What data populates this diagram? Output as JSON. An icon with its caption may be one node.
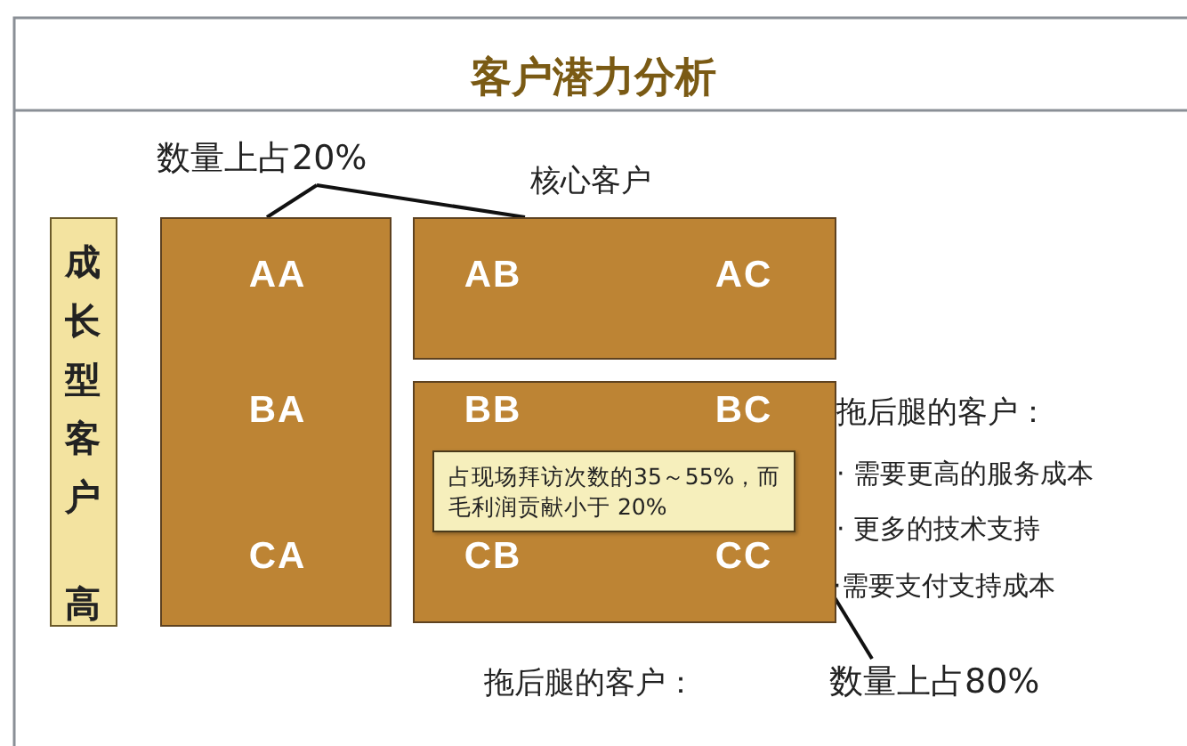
{
  "diagram": {
    "title": "客户潜力分析",
    "nodes": [
      {
        "text": [
          "成长型客户",
          "高"
        ]
      },
      {
        "text": [
          "AA",
          "BA",
          "CA"
        ]
      },
      {
        "text": [
          "AB",
          "AC"
        ]
      },
      {
        "text": [
          "BB",
          "BC",
          "CB",
          "CC"
        ]
      },
      {
        "text": [
          "占现场拜访次数的35～55%，而毛利润贡献小于 20%"
        ],
        "in": 3
      },
      {
        "text": [
          "数量上占20%"
        ]
      },
      {
        "text": [
          "数量上占80%"
        ]
      }
    ],
    "edges": [
      {
        "from": 5,
        "to": 1,
        "arrow": "none"
      },
      {
        "from": 5,
        "to": 2,
        "arrow": "none"
      },
      {
        "from": 4,
        "to": 6,
        "arrow": "none"
      }
    ],
    "labels": [
      "核心客户",
      "拖后腿的客户：",
      "· 需要更高的服务成本",
      "· 更多的技术支持",
      "·需要支付支持成本",
      "拖后腿的客户："
    ]
  }
}
